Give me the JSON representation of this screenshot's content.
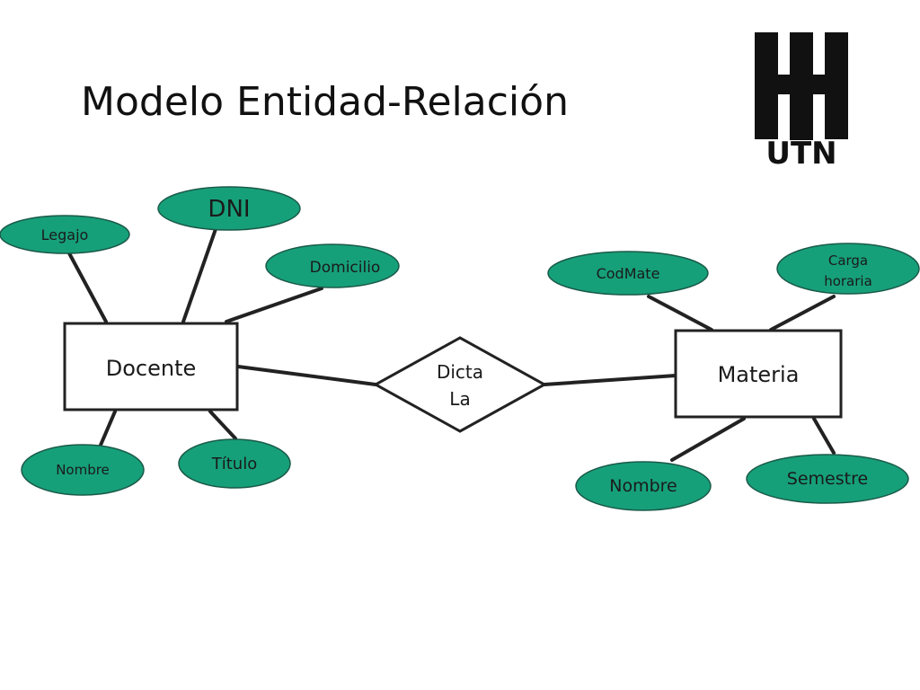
{
  "slide": {
    "title": "Modelo Entidad-Relación",
    "logo_text": "UTN"
  },
  "entities": {
    "docente": "Docente",
    "materia": "Materia"
  },
  "relationship": {
    "line1": "Dicta",
    "line2": "La"
  },
  "attributes": {
    "legajo": "Legajo",
    "dni": "DNI",
    "domicilio": "Domicilio",
    "nombre_docente": "Nombre",
    "titulo": "Título",
    "codmate": "CodMate",
    "carga_line1": "Carga",
    "carga_line2": "horaria",
    "nombre_materia": "Nombre",
    "semestre": "Semestre"
  },
  "colors": {
    "attribute_fill": "#16a07a",
    "outline": "#222222"
  }
}
